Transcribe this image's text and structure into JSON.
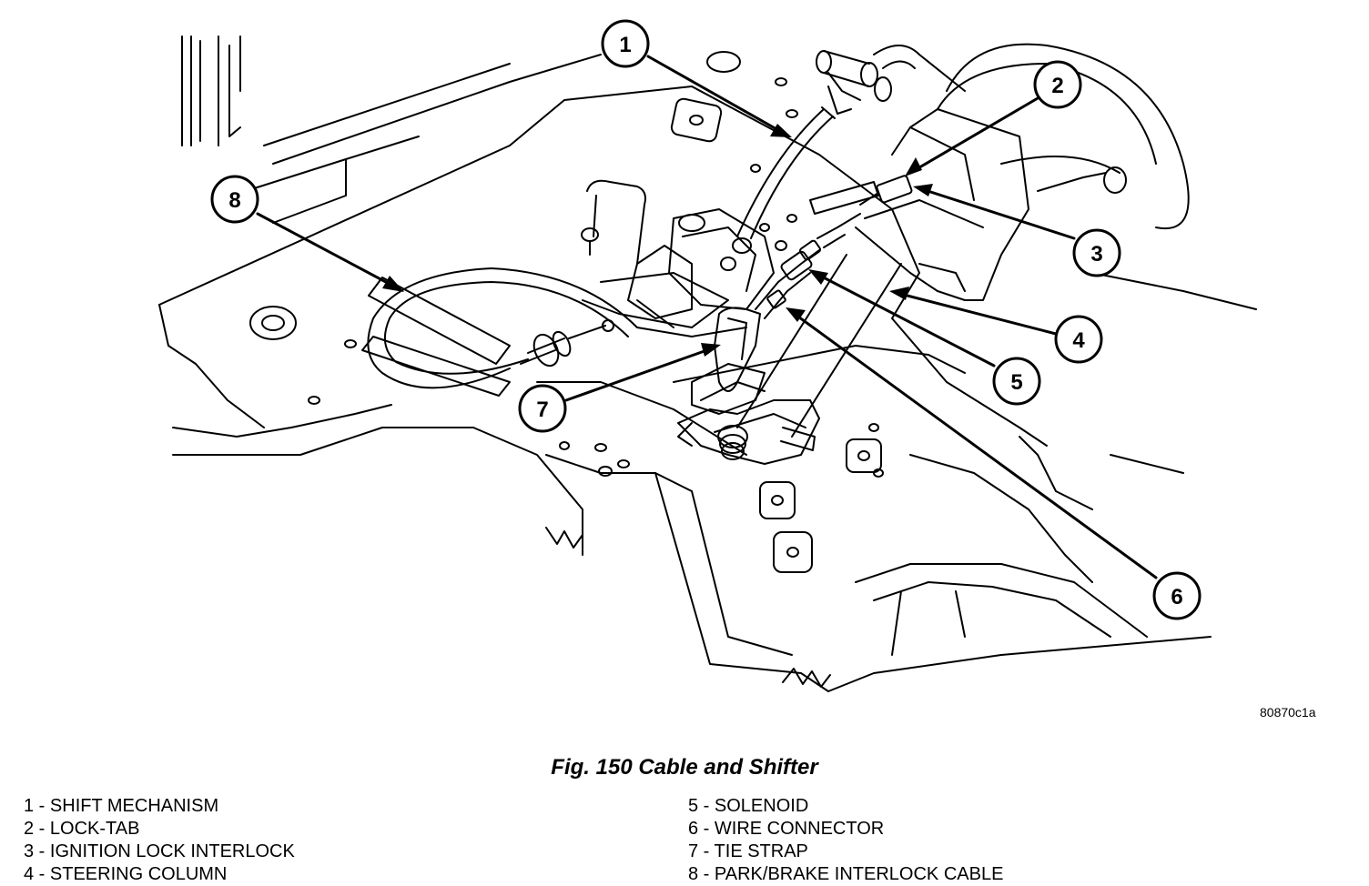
{
  "callouts": [
    {
      "number": "1",
      "label": "SHIFT MECHANISM"
    },
    {
      "number": "2",
      "label": "LOCK-TAB"
    },
    {
      "number": "3",
      "label": "IGNITION LOCK INTERLOCK"
    },
    {
      "number": "4",
      "label": "STEERING COLUMN"
    },
    {
      "number": "5",
      "label": "SOLENOID"
    },
    {
      "number": "6",
      "label": "WIRE CONNECTOR"
    },
    {
      "number": "7",
      "label": "TIE STRAP"
    },
    {
      "number": "8",
      "label": "PARK/BRAKE INTERLOCK CABLE"
    }
  ],
  "figure_code": "80870c1a",
  "caption": "Fig. 150 Cable and Shifter",
  "legend_separator": " - "
}
